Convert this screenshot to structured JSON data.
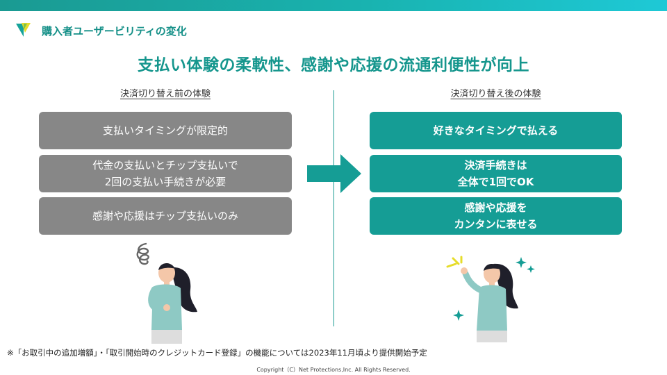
{
  "header": {
    "section_label": "購入者ユーザービリティの変化",
    "title": "支払い体験の柔軟性、感謝や応援の流通利便性が向上"
  },
  "before": {
    "heading": "決済切り替え前の体験",
    "items": [
      "支払いタイミングが限定的",
      "代金の支払いとチップ支払いで\n2回の支払い手続きが必要",
      "感謝や応援はチップ支払いのみ"
    ]
  },
  "after": {
    "heading": "決済切り替え後の体験",
    "items": [
      "好きなタイミングで払える",
      "決済手続きは\n全体で1回でOK",
      "感謝や応援を\nカンタンに表せる"
    ]
  },
  "footnote": "※「お取引中の追加増額」・「取引開始時のクレジットカード登録」の機能については2023年11月頃より提供開始予定",
  "copyright": "Copyright（C）Net Protections,Inc. All Rights Reserved.",
  "colors": {
    "accent": "#159d95",
    "before_box": "#878787",
    "topbar_start": "#1a9a92",
    "topbar_end": "#1ec9d6"
  },
  "icons": [
    "logo-icon",
    "right-arrow-icon",
    "worried-person-illustration",
    "happy-person-illustration"
  ]
}
